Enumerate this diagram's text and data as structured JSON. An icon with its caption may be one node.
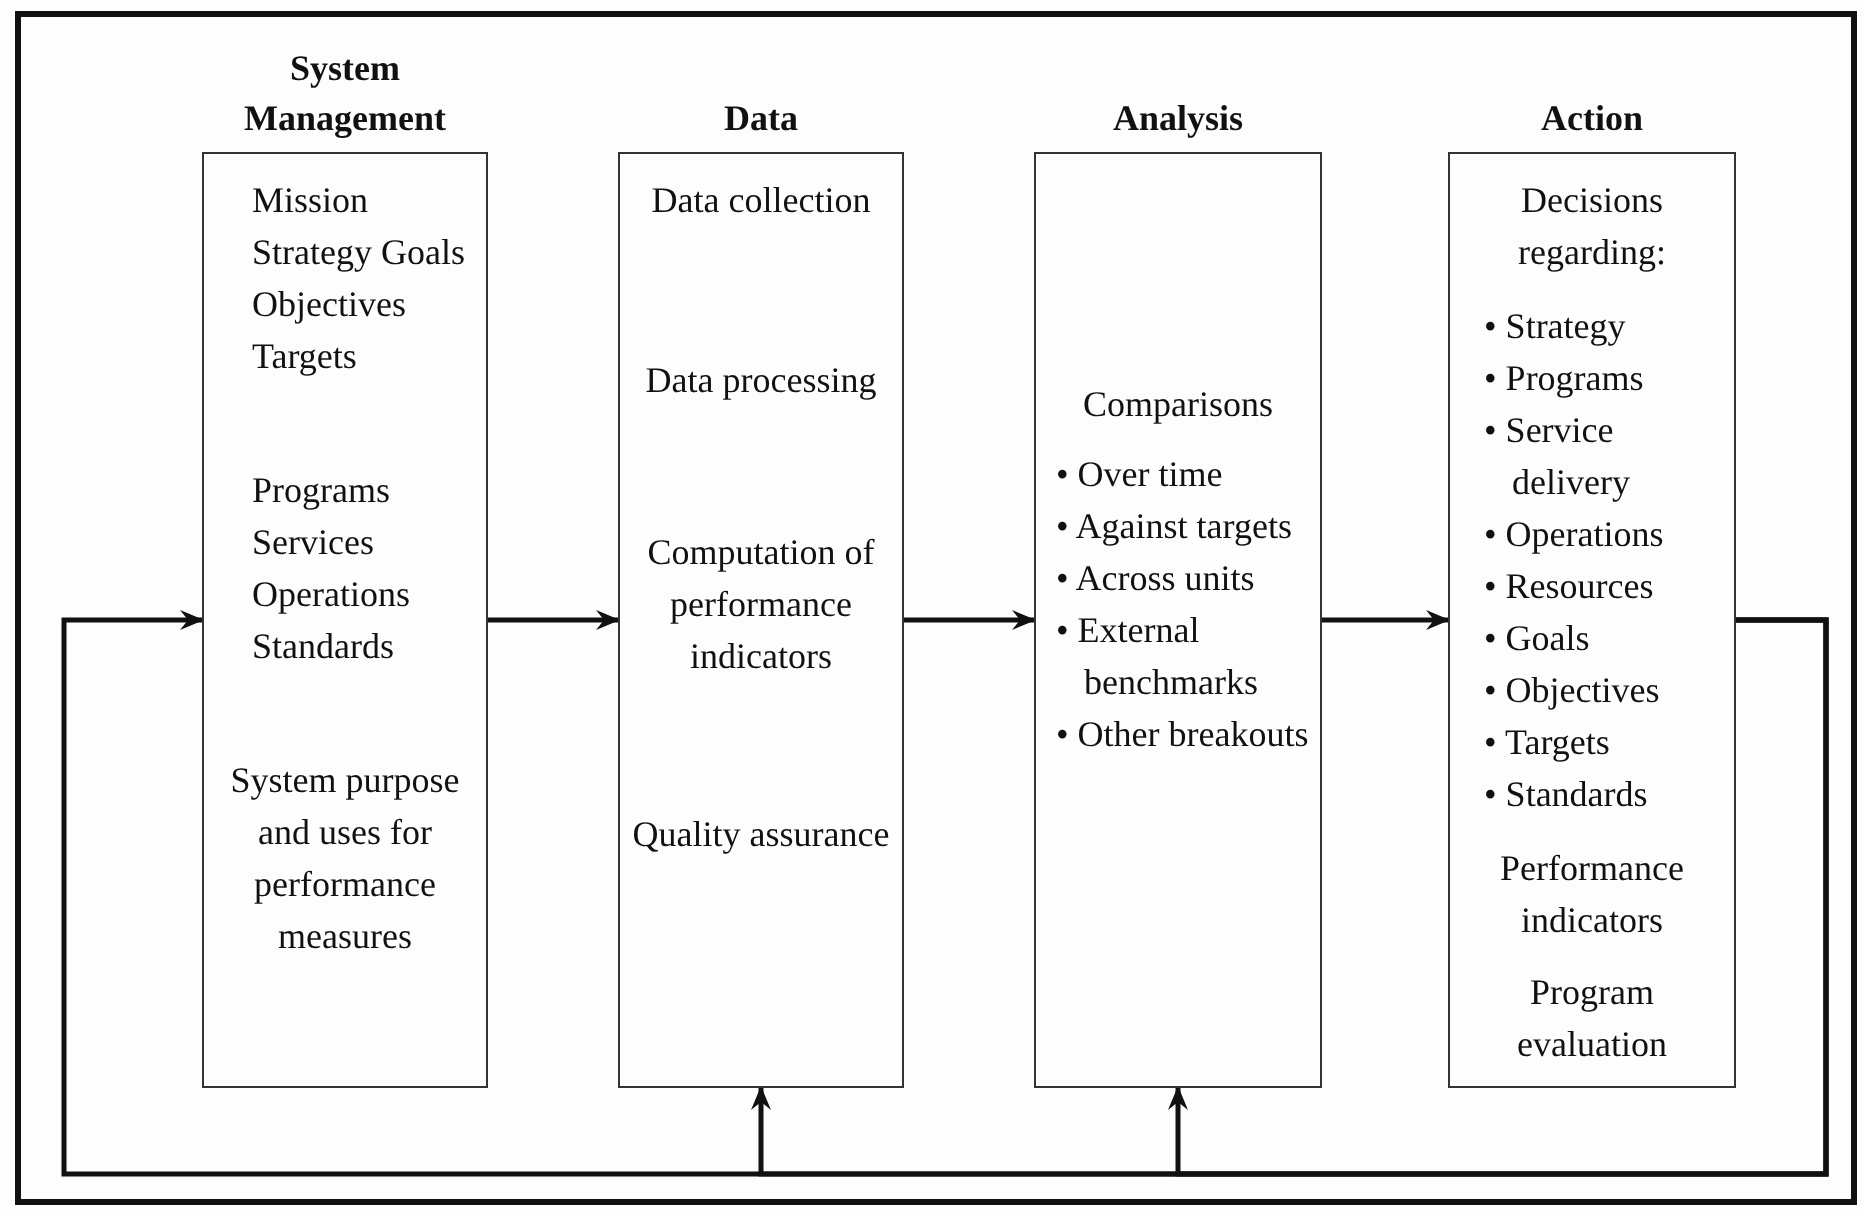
{
  "diagram": {
    "nodes": [
      {
        "text": [
          "System Management",
          "Mission Strategy Goals Objectives Targets",
          "Programs Services Operations Standards",
          "System purpose and uses for performance measures"
        ]
      },
      {
        "text": [
          "Data",
          "Data collection",
          "Data processing",
          "Computation of performance indicators",
          "Quality assurance"
        ]
      },
      {
        "text": [
          "Analysis",
          "Comparisons",
          "• Over time",
          "• Against targets",
          "• Across units",
          "• External benchmarks",
          "• Other breakouts"
        ]
      },
      {
        "text": [
          "Action",
          "Decisions regarding:",
          "• Strategy",
          "• Programs",
          "• Service delivery",
          "• Operations",
          "• Resources",
          "• Goals",
          "• Objectives",
          "• Targets",
          "• Standards",
          "Performance indicators",
          "Program evaluation"
        ]
      }
    ],
    "edges": [
      {
        "from": 0,
        "to": 1,
        "arrow": "to"
      },
      {
        "from": 1,
        "to": 2,
        "arrow": "to"
      },
      {
        "from": 2,
        "to": 3,
        "arrow": "to"
      },
      {
        "from": 3,
        "to": 0,
        "arrow": "to"
      },
      {
        "from": 3,
        "to": 1,
        "arrow": "to"
      },
      {
        "from": 3,
        "to": 2,
        "arrow": "to"
      }
    ]
  }
}
